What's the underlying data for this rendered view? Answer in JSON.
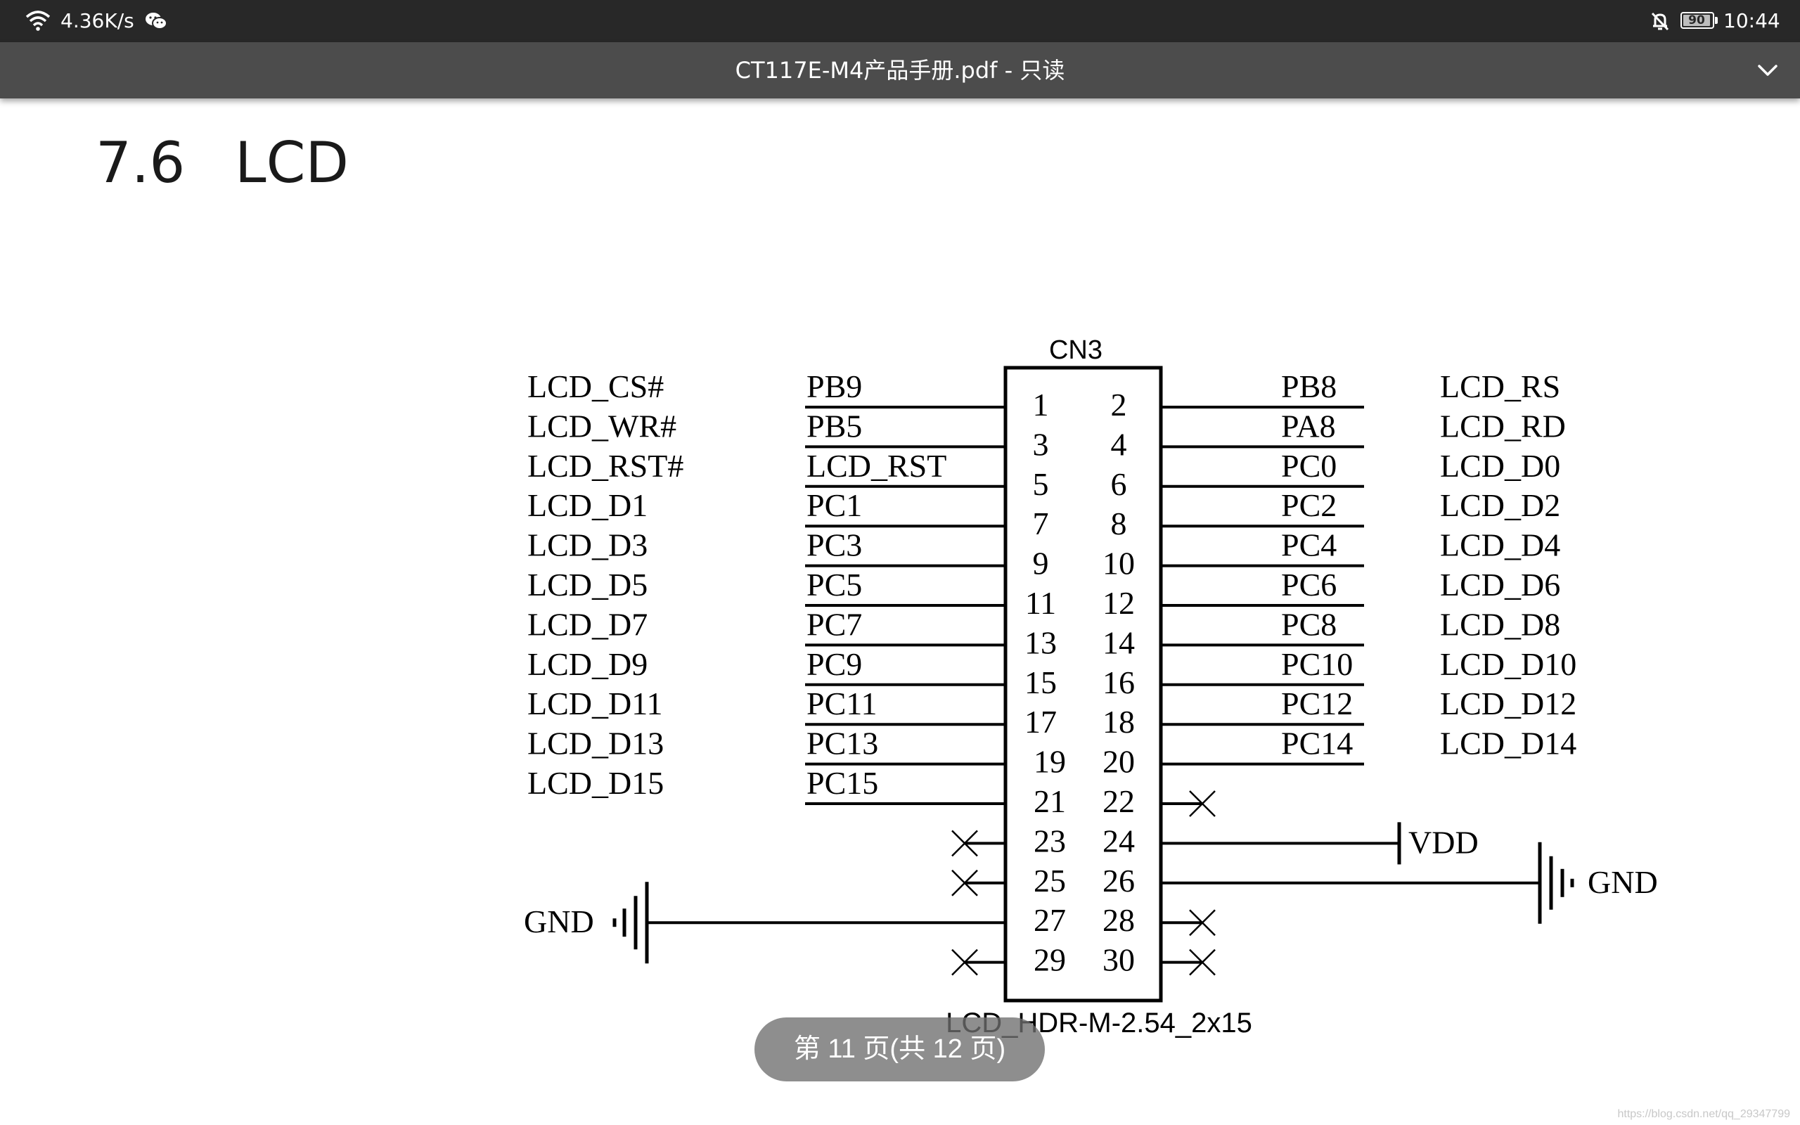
{
  "status_bar": {
    "net_speed": "4.36K/s",
    "battery": "90",
    "time": "10:44",
    "icons": [
      "wifi-icon",
      "wechat-icon",
      "bell-off-icon",
      "battery-icon"
    ]
  },
  "title_bar": {
    "title": "CT117E-M4产品手册.pdf - 只读",
    "collapse_icon": "chevron-down-icon"
  },
  "document": {
    "section_number": "7.6",
    "section_title": "LCD",
    "schematic": {
      "ref": "CN3",
      "part": "LCD_HDR-M-2.54_2x15",
      "left": [
        {
          "pin": "1",
          "net": "PB9",
          "label": "LCD_CS#"
        },
        {
          "pin": "3",
          "net": "PB5",
          "label": "LCD_WR#"
        },
        {
          "pin": "5",
          "net": "LCD_RST",
          "label": "LCD_RST#"
        },
        {
          "pin": "7",
          "net": "PC1",
          "label": "LCD_D1"
        },
        {
          "pin": "9",
          "net": "PC3",
          "label": "LCD_D3"
        },
        {
          "pin": "11",
          "net": "PC5",
          "label": "LCD_D5"
        },
        {
          "pin": "13",
          "net": "PC7",
          "label": "LCD_D7"
        },
        {
          "pin": "15",
          "net": "PC9",
          "label": "LCD_D9"
        },
        {
          "pin": "17",
          "net": "PC11",
          "label": "LCD_D11"
        },
        {
          "pin": "19",
          "net": "PC13",
          "label": "LCD_D13"
        },
        {
          "pin": "21",
          "net": "PC15",
          "label": "LCD_D15"
        },
        {
          "pin": "23",
          "net": "",
          "label": ""
        },
        {
          "pin": "25",
          "net": "",
          "label": ""
        },
        {
          "pin": "27",
          "net": "",
          "label": ""
        },
        {
          "pin": "29",
          "net": "",
          "label": ""
        }
      ],
      "right": [
        {
          "pin": "2",
          "net": "PB8",
          "label": "LCD_RS"
        },
        {
          "pin": "4",
          "net": "PA8",
          "label": "LCD_RD"
        },
        {
          "pin": "6",
          "net": "PC0",
          "label": "LCD_D0"
        },
        {
          "pin": "8",
          "net": "PC2",
          "label": "LCD_D2"
        },
        {
          "pin": "10",
          "net": "PC4",
          "label": "LCD_D4"
        },
        {
          "pin": "12",
          "net": "PC6",
          "label": "LCD_D6"
        },
        {
          "pin": "14",
          "net": "PC8",
          "label": "LCD_D8"
        },
        {
          "pin": "16",
          "net": "PC10",
          "label": "LCD_D10"
        },
        {
          "pin": "18",
          "net": "PC12",
          "label": "LCD_D12"
        },
        {
          "pin": "20",
          "net": "PC14",
          "label": "LCD_D14"
        },
        {
          "pin": "22",
          "net": "",
          "label": ""
        },
        {
          "pin": "24",
          "net": "",
          "label": ""
        },
        {
          "pin": "26",
          "net": "",
          "label": ""
        },
        {
          "pin": "28",
          "net": "",
          "label": ""
        },
        {
          "pin": "30",
          "net": "",
          "label": ""
        }
      ],
      "no_connect_pins": [
        "22",
        "23",
        "25",
        "28",
        "29",
        "30"
      ],
      "power": {
        "vdd_label": "VDD",
        "gnd_label": "GND"
      }
    }
  },
  "page_indicator": "第 11 页(共 12 页)",
  "watermark": "https://blog.csdn.net/qq_29347799"
}
